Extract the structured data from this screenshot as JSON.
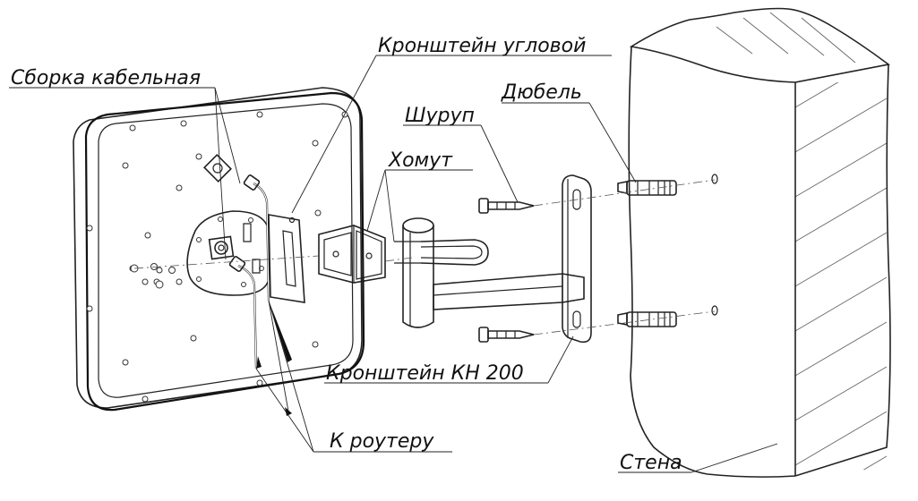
{
  "labels": {
    "cable_assembly": "Сборка кабельная",
    "corner_bracket": "Кронштейн угловой",
    "screw": "Шуруп",
    "dowel": "Дюбель",
    "clamp": "Хомут",
    "bracket_kn200": "Кронштейн КН 200",
    "to_router": "К роутеру",
    "wall": "Стена"
  }
}
